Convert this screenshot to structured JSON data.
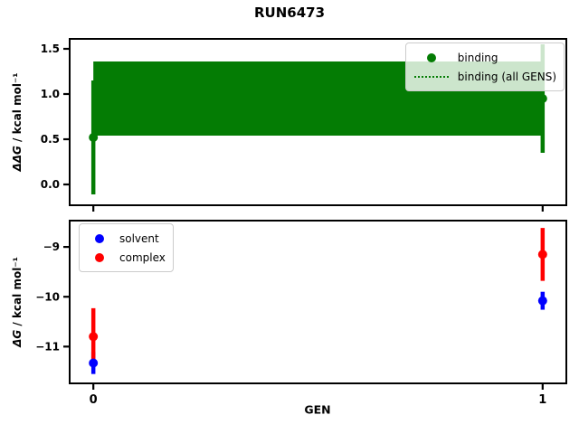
{
  "title": "RUN6473",
  "colors": {
    "binding": "#047c04",
    "solvent": "#0000ff",
    "complex": "#ff0000",
    "axis": "#000000"
  },
  "chart_data": [
    {
      "type": "scatter",
      "name": "ddg-vs-gen",
      "ylabel_math": "ΔΔG",
      "ylabel_rest": " / kcal mol⁻¹",
      "xlim": [
        -0.0507,
        1.0507
      ],
      "ylim": [
        -0.22,
        1.6
      ],
      "yticks": [
        0.0,
        0.5,
        1.0,
        1.5
      ],
      "ytick_labels": [
        "0.0",
        "0.5",
        "1.0",
        "1.5"
      ],
      "xticks": [
        0,
        1
      ],
      "xtick_labels": [
        "",
        ""
      ],
      "grid": false,
      "legend_position": "upper right",
      "legend": [
        {
          "label": "binding",
          "marker": "dot",
          "color": "#047c04"
        },
        {
          "label": "binding (all GENS)",
          "marker": "dotted-line",
          "color": "#047c04"
        }
      ],
      "series": [
        {
          "name": "binding",
          "x": [
            0,
            1
          ],
          "y": [
            0.52,
            0.95
          ],
          "yerr": [
            0.63,
            0.6
          ],
          "color": "#047c04"
        }
      ],
      "band": {
        "name": "binding (all GENS)",
        "x": [
          0,
          1
        ],
        "lo": 0.54,
        "hi": 1.36,
        "mean": 0.95,
        "color": "#047c04"
      }
    },
    {
      "type": "scatter",
      "name": "dg-vs-gen",
      "ylabel_math": "ΔG",
      "ylabel_rest": " / kcal mol⁻¹",
      "xlabel": "GEN",
      "xlim": [
        -0.0507,
        1.0507
      ],
      "ylim": [
        -11.72,
        -8.49
      ],
      "yticks": [
        -9,
        -10,
        -11
      ],
      "ytick_labels": [
        "−9",
        "−10",
        "−11"
      ],
      "xticks": [
        0,
        1
      ],
      "xtick_labels": [
        "0",
        "1"
      ],
      "grid": false,
      "legend_position": "upper left",
      "legend": [
        {
          "label": "solvent",
          "marker": "dot",
          "color": "#0000ff"
        },
        {
          "label": "complex",
          "marker": "dot",
          "color": "#ff0000"
        }
      ],
      "series": [
        {
          "name": "solvent",
          "x": [
            0,
            1
          ],
          "y": [
            -11.33,
            -10.08
          ],
          "yerr": [
            0.22,
            0.18
          ],
          "color": "#0000ff"
        },
        {
          "name": "complex",
          "x": [
            0,
            1
          ],
          "y": [
            -10.8,
            -9.15
          ],
          "yerr": [
            0.57,
            0.53
          ],
          "color": "#ff0000"
        }
      ]
    }
  ]
}
